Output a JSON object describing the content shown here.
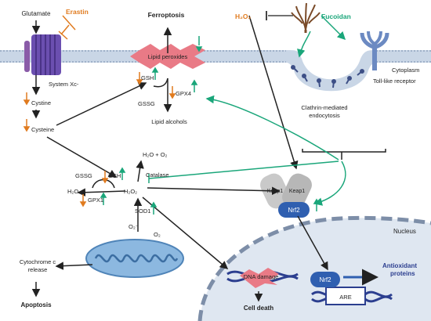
{
  "labels": {
    "glutamate": "Glutamate",
    "erastin": "Erastin",
    "system_xc": "System Xc-",
    "cystine": "Cystine",
    "cysteine": "Cysteine",
    "ferroptosis": "Ferroptosis",
    "lipid_peroxides": "Lipid peroxides",
    "gsh_top": "GSH",
    "gpx4": "GPX4",
    "gssg_top": "GSSG",
    "lipid_alcohols": "Lipid alcohols",
    "h2o2_top": "H₂O₂",
    "fucoidan": "Fucoidan",
    "cytoplasm": "Cytoplasm",
    "toll_like": "Toll-like receptor",
    "clathrin_line1": "Clathrin-mediated",
    "clathrin_line2": "endocytosis",
    "h2o_o2": "H₂O + O₂",
    "catalase": "Catalase",
    "gssg_mid": "GSSG",
    "gsh_mid": "GSH",
    "h2o": "H₂O",
    "h2o2_mid": "H₂O₂",
    "gpx1": "GPX1",
    "keap1_a": "Keap1",
    "keap1_b": "Keap1",
    "nrf2": "Nrf2",
    "sod1": "SOD1",
    "o2_radical": "O₂⁻",
    "o2": "O₂",
    "nucleus": "Nucleus",
    "cytochrome_line1": "Cytochrome c",
    "cytochrome_line2": "release",
    "apoptosis": "Apoptosis",
    "dna_damage": "DNA damage",
    "cell_death": "Cell death",
    "nrf2_nuc": "Nrf2",
    "are": "ARE",
    "antioxidant_line1": "Antioxidant",
    "antioxidant_line2": "proteins"
  },
  "colors": {
    "up_arrow": "#1aa67a",
    "down_arrow": "#e07b1f",
    "erastin": "#e07b1f",
    "fucoidan": "#1aa67a",
    "h2o2_label": "#e07b1f",
    "nrf2": "#2f5fb0",
    "membrane": "#b7c6db",
    "nucleus_fill": "#dfe7f1"
  }
}
